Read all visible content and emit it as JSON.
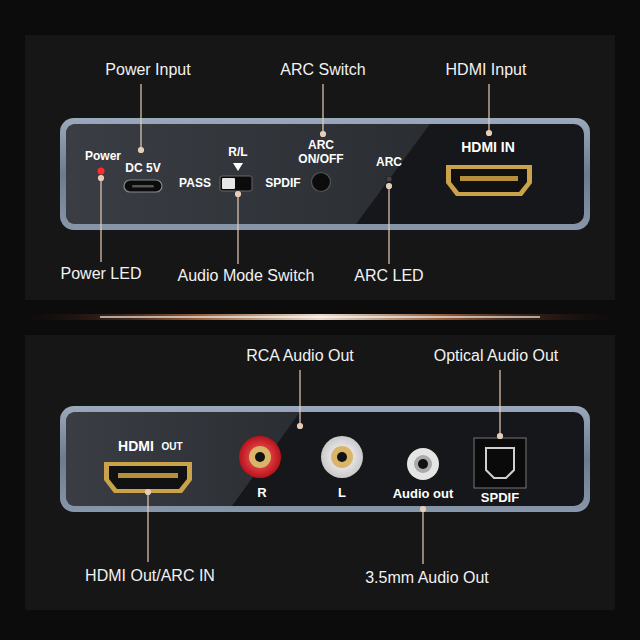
{
  "diagram": {
    "labels": [
      "Power Input",
      "ARC Switch",
      "HDMI Input",
      "Power",
      "DC 5V",
      "R/L",
      "ARC ON/OFF",
      "PASS",
      "SPDIF",
      "ARC",
      "HDMI IN",
      "Power LED",
      "Audio Mode Switch",
      "ARC LED",
      "RCA Audio Out",
      "Optical Audio Out",
      "HDMI",
      "OUT",
      "R",
      "L",
      "Audio out",
      "SPDIF",
      "HDMI Out/ARC IN",
      "3.5mm Audio Out"
    ]
  }
}
